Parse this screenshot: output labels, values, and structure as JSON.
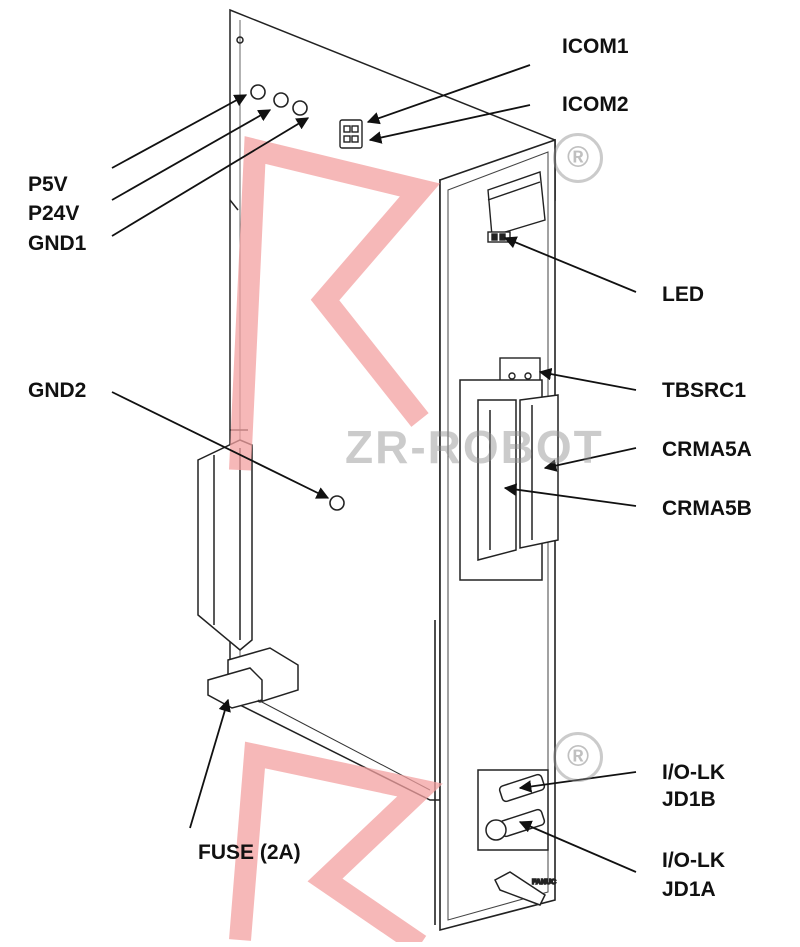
{
  "labels": {
    "icom1": "ICOM1",
    "icom2": "ICOM2",
    "p5v": "P5V",
    "p24v": "P24V",
    "gnd1": "GND1",
    "led": "LED",
    "gnd2": "GND2",
    "tbsrc1": "TBSRC1",
    "crma5a": "CRMA5A",
    "crma5b": "CRMA5B",
    "fuse": "FUSE (2A)",
    "iolk_jd1b_line1": "I/O-LK",
    "iolk_jd1b_line2": "JD1B",
    "iolk_jd1a_line1": "I/O-LK",
    "iolk_jd1a_line2": "JD1A"
  },
  "watermark": {
    "text": "ZR-ROBOT",
    "registered_symbol": "®",
    "color": "#f3a0a0"
  },
  "board_marking": "FANUC",
  "colors": {
    "line": "#111111",
    "label": "#111111",
    "watermark_red": "#f3a0a0",
    "watermark_gray": "#8c8c8c"
  }
}
